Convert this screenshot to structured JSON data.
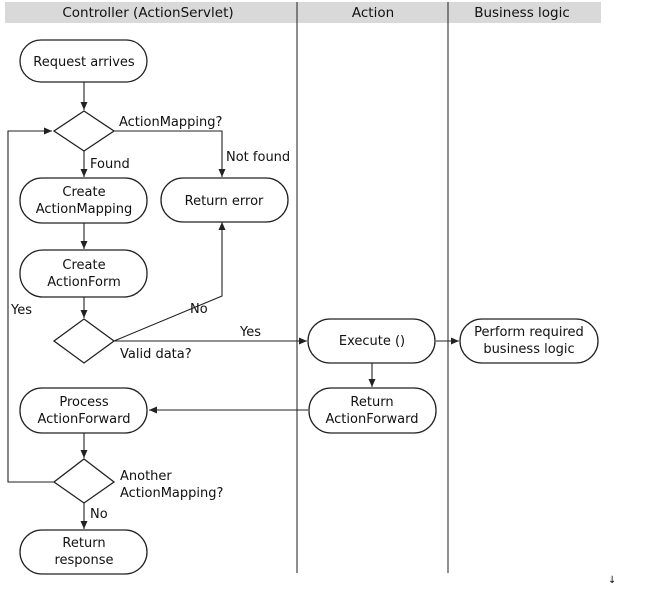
{
  "lanes": [
    {
      "id": "controller",
      "title": "Controller (ActionServlet)"
    },
    {
      "id": "action",
      "title": "Action"
    },
    {
      "id": "business",
      "title": "Business logic"
    }
  ],
  "nodes": {
    "request_arrives": {
      "shape": "terminal",
      "lines": [
        "Request arrives"
      ]
    },
    "action_mapping_decision": {
      "shape": "decision",
      "label": "ActionMapping?"
    },
    "create_action_mapping": {
      "shape": "terminal",
      "lines": [
        "Create",
        "ActionMapping"
      ]
    },
    "return_error": {
      "shape": "terminal",
      "lines": [
        "Return error"
      ]
    },
    "create_action_form": {
      "shape": "terminal",
      "lines": [
        "Create",
        "ActionForm"
      ]
    },
    "valid_data_decision": {
      "shape": "decision",
      "label": "Valid data?"
    },
    "execute": {
      "shape": "terminal",
      "lines": [
        "Execute ()"
      ]
    },
    "perform_business_logic": {
      "shape": "terminal",
      "lines": [
        "Perform required",
        "business logic"
      ]
    },
    "return_action_forward": {
      "shape": "terminal",
      "lines": [
        "Return",
        "ActionForward"
      ]
    },
    "process_action_forward": {
      "shape": "terminal",
      "lines": [
        "Process",
        "ActionForward"
      ]
    },
    "another_mapping_decision": {
      "shape": "decision",
      "lines": [
        "Another",
        "ActionMapping?"
      ]
    },
    "return_response": {
      "shape": "terminal",
      "lines": [
        "Return",
        "response"
      ]
    }
  },
  "edge_labels": {
    "found": "Found",
    "not_found": "Not found",
    "yes_loop": "Yes",
    "no_invalid": "No",
    "yes_valid": "Yes",
    "no_finish": "No"
  },
  "footer_mark": "↓"
}
